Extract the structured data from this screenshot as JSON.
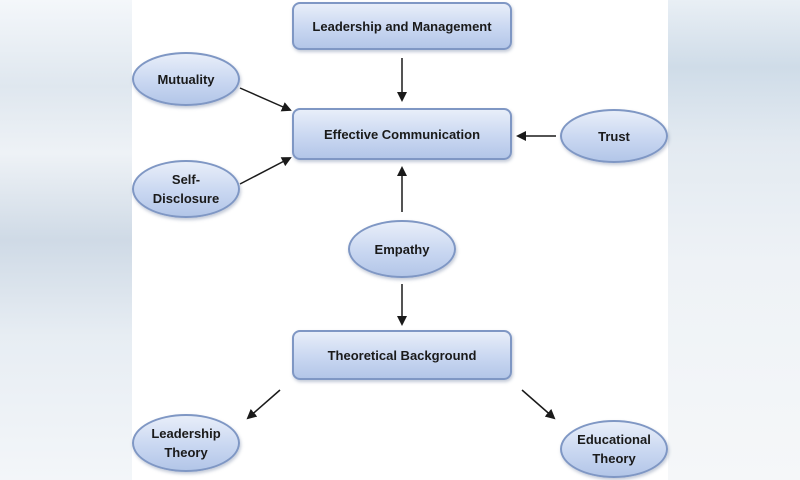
{
  "nodes": {
    "leadership_management": "Leadership and Management",
    "effective_communication": "Effective Communication",
    "mutuality": "Mutuality",
    "trust": "Trust",
    "self_disclosure_line1": "Self-",
    "self_disclosure_line2": "Disclosure",
    "empathy": "Empathy",
    "theoretical_background": "Theoretical Background",
    "leadership_theory_line1": "Leadership",
    "leadership_theory_line2": "Theory",
    "educational_theory_line1": "Educational",
    "educational_theory_line2": "Theory"
  },
  "colors": {
    "node_fill_top": "#e8eef9",
    "node_fill_bottom": "#b3c6e8",
    "node_border": "#7f97c4",
    "arrow": "#1a1a1a"
  }
}
